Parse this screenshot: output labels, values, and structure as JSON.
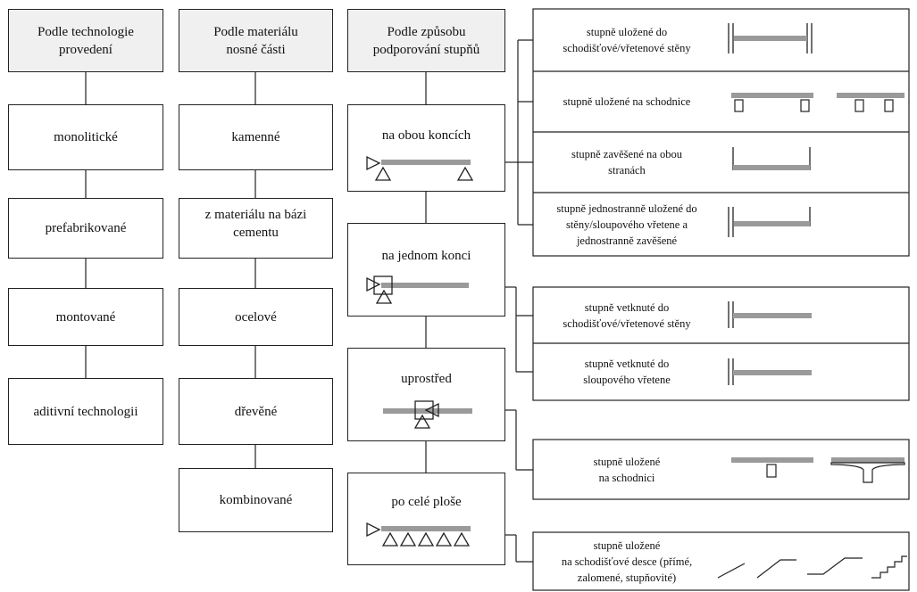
{
  "columns": {
    "technology": {
      "header": "Podle technologie\nprovedení",
      "items": [
        "monolitické",
        "prefabrikované",
        "montované",
        "aditivní technologii"
      ]
    },
    "material": {
      "header": "Podle materiálu\nnosné části",
      "items": [
        "kamenné",
        "z materiálu na bázi\ncementu",
        "ocelové",
        "dřevěné",
        "kombinované"
      ]
    },
    "support": {
      "header": "Podle způsobu\npodporování stupňů",
      "items": [
        "na obou koncích",
        "na jednom konci",
        "uprostřed",
        "po celé ploše"
      ]
    }
  },
  "details": [
    "stupně uložené do\nschodišťové/vřetenové stěny",
    "stupně uložené na schodnice",
    "stupně zavěšené na obou\nstranách",
    "stupně jednostranně uložené do\nstěny/sloupového vřetene  a\njednostranně zavěšené",
    "stupně vetknuté do\nschodišťové/vřetenové stěny",
    "stupně vetknuté do\nsloupového vřetene",
    "stupně uložené\nna schodnici",
    "stupně uložené\nna schodišťové desce (přímé,\nzalomené, stupňovité)"
  ],
  "colors": {
    "line": "#222222",
    "beam": "#9a9a9a",
    "header_fill": "#f0f0f0"
  }
}
